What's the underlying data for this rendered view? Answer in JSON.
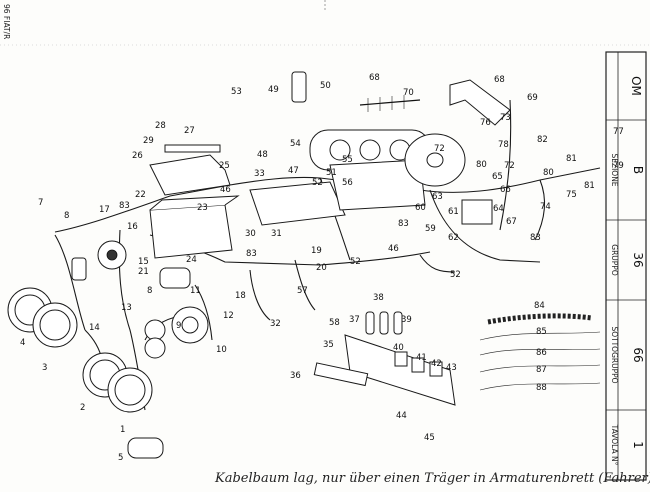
{
  "callouts": [
    {
      "id": "1",
      "t": "1"
    },
    {
      "id": "2",
      "t": "2"
    },
    {
      "id": "3",
      "t": "3"
    },
    {
      "id": "4",
      "t": "4"
    },
    {
      "id": "5",
      "t": "5"
    },
    {
      "id": "7",
      "t": "7"
    },
    {
      "id": "8a",
      "t": "8"
    },
    {
      "id": "8b",
      "t": "8"
    },
    {
      "id": "9",
      "t": "9"
    },
    {
      "id": "10",
      "t": "10"
    },
    {
      "id": "11",
      "t": "11"
    },
    {
      "id": "12",
      "t": "12"
    },
    {
      "id": "13",
      "t": "13"
    },
    {
      "id": "14",
      "t": "14"
    },
    {
      "id": "15",
      "t": "15"
    },
    {
      "id": "16",
      "t": "16"
    },
    {
      "id": "17",
      "t": "17"
    },
    {
      "id": "18",
      "t": "18"
    },
    {
      "id": "19",
      "t": "19"
    },
    {
      "id": "20",
      "t": "20"
    },
    {
      "id": "21",
      "t": "21"
    },
    {
      "id": "22",
      "t": "22"
    },
    {
      "id": "23",
      "t": "23"
    },
    {
      "id": "24",
      "t": "24"
    },
    {
      "id": "25",
      "t": "25"
    },
    {
      "id": "26",
      "t": "26"
    },
    {
      "id": "27",
      "t": "27"
    },
    {
      "id": "28",
      "t": "28"
    },
    {
      "id": "29",
      "t": "29"
    },
    {
      "id": "30",
      "t": "30"
    },
    {
      "id": "31",
      "t": "31"
    },
    {
      "id": "32",
      "t": "32"
    },
    {
      "id": "33",
      "t": "33"
    },
    {
      "id": "35",
      "t": "35"
    },
    {
      "id": "36",
      "t": "36"
    },
    {
      "id": "37",
      "t": "37"
    },
    {
      "id": "38",
      "t": "38"
    },
    {
      "id": "39",
      "t": "39"
    },
    {
      "id": "40",
      "t": "40"
    },
    {
      "id": "41",
      "t": "41"
    },
    {
      "id": "42",
      "t": "42"
    },
    {
      "id": "43",
      "t": "43"
    },
    {
      "id": "44",
      "t": "44"
    },
    {
      "id": "45",
      "t": "45"
    },
    {
      "id": "46a",
      "t": "46"
    },
    {
      "id": "46b",
      "t": "46"
    },
    {
      "id": "47",
      "t": "47"
    },
    {
      "id": "48",
      "t": "48"
    },
    {
      "id": "49",
      "t": "49"
    },
    {
      "id": "50",
      "t": "50"
    },
    {
      "id": "51",
      "t": "51"
    },
    {
      "id": "52a",
      "t": "52"
    },
    {
      "id": "52b",
      "t": "52"
    },
    {
      "id": "52c",
      "t": "52"
    },
    {
      "id": "53",
      "t": "53"
    },
    {
      "id": "54",
      "t": "54"
    },
    {
      "id": "55",
      "t": "55"
    },
    {
      "id": "56",
      "t": "56"
    },
    {
      "id": "57",
      "t": "57"
    },
    {
      "id": "58",
      "t": "58"
    },
    {
      "id": "59",
      "t": "59"
    },
    {
      "id": "60",
      "t": "60"
    },
    {
      "id": "61",
      "t": "61"
    },
    {
      "id": "62",
      "t": "62"
    },
    {
      "id": "63",
      "t": "63"
    },
    {
      "id": "64",
      "t": "64"
    },
    {
      "id": "65",
      "t": "65"
    },
    {
      "id": "66",
      "t": "66"
    },
    {
      "id": "67",
      "t": "67"
    },
    {
      "id": "68a",
      "t": "68"
    },
    {
      "id": "68b",
      "t": "68"
    },
    {
      "id": "69",
      "t": "69"
    },
    {
      "id": "70",
      "t": "70"
    },
    {
      "id": "72a",
      "t": "72"
    },
    {
      "id": "72b",
      "t": "72"
    },
    {
      "id": "73",
      "t": "73"
    },
    {
      "id": "74",
      "t": "74"
    },
    {
      "id": "75",
      "t": "75"
    },
    {
      "id": "76",
      "t": "76"
    },
    {
      "id": "77",
      "t": "77"
    },
    {
      "id": "78",
      "t": "78"
    },
    {
      "id": "79",
      "t": "79"
    },
    {
      "id": "80a",
      "t": "80"
    },
    {
      "id": "80b",
      "t": "80"
    },
    {
      "id": "81a",
      "t": "81"
    },
    {
      "id": "81b",
      "t": "81"
    },
    {
      "id": "82",
      "t": "82"
    },
    {
      "id": "83a",
      "t": "83"
    },
    {
      "id": "83b",
      "t": "83"
    },
    {
      "id": "83c",
      "t": "83"
    },
    {
      "id": "83d",
      "t": "83"
    },
    {
      "id": "84",
      "t": "84"
    },
    {
      "id": "85",
      "t": "85"
    },
    {
      "id": "86",
      "t": "86"
    },
    {
      "id": "87",
      "t": "87"
    },
    {
      "id": "88",
      "t": "88"
    }
  ],
  "handwritten_note": "Kabelbaum lag, nur über einen Träger in Armaturenbrett (Fahrer)",
  "title_block": {
    "logo": "OM",
    "fields": [
      {
        "label": "SEZIONE",
        "value": "B"
      },
      {
        "label": "GRUPPO",
        "value": "36"
      },
      {
        "label": "SOTTOGRUPPO",
        "value": "66"
      },
      {
        "label": "TAVOLA N°",
        "value": "1"
      }
    ]
  },
  "margin_note": "96\nFIAT/R"
}
